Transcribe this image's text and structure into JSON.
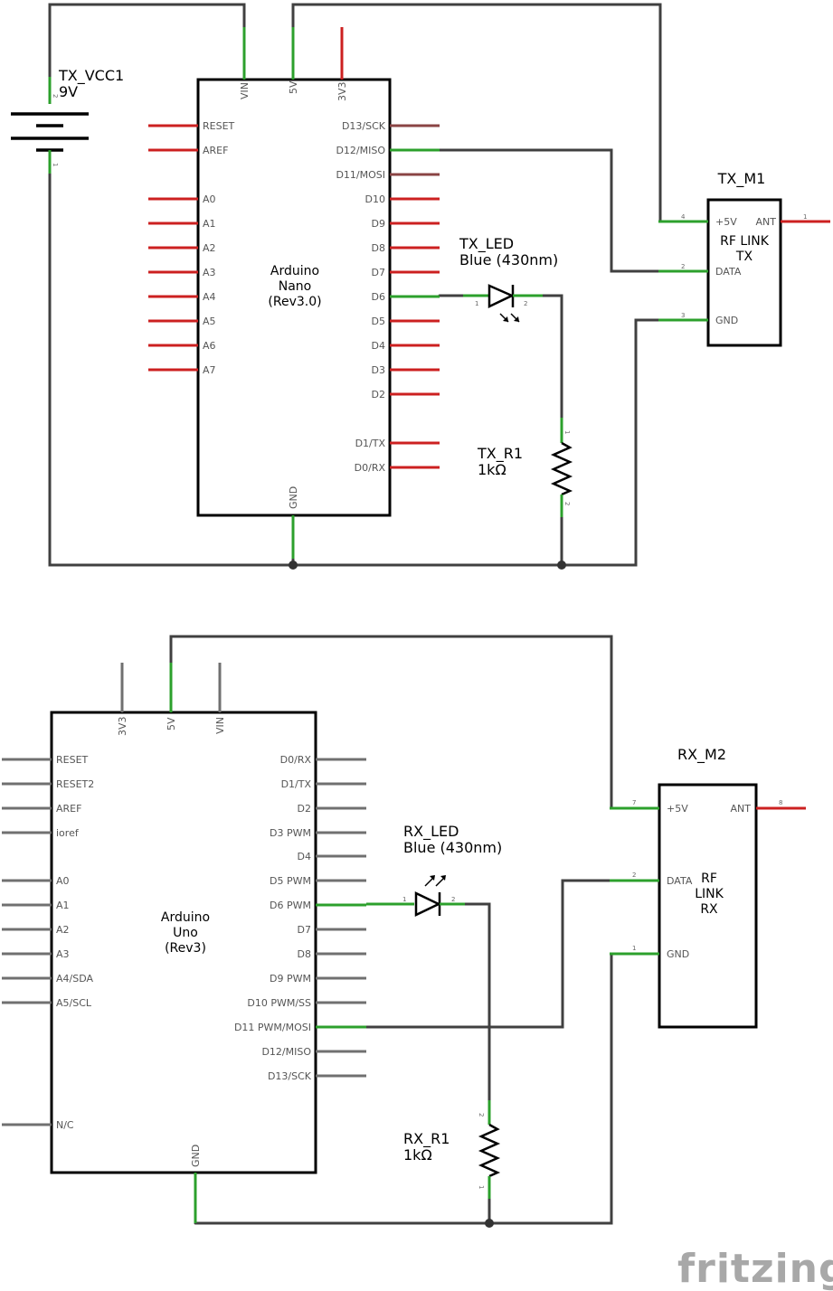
{
  "tx": {
    "vcc_ref": "TX_VCC1",
    "vcc_val": "9V",
    "vcc_pin_plus": "2",
    "vcc_pin_minus": "1",
    "board_line1": "Arduino",
    "board_line2": "Nano",
    "board_line3": "(Rev3.0)",
    "top_pins": [
      "VIN",
      "5V",
      "3V3"
    ],
    "left_pins": [
      "RESET",
      "AREF",
      "A0",
      "A1",
      "A2",
      "A3",
      "A4",
      "A5",
      "A6",
      "A7"
    ],
    "right_pins": [
      "D13/SCK",
      "D12/MISO",
      "D11/MOSI",
      "D10",
      "D9",
      "D8",
      "D7",
      "D6",
      "D5",
      "D4",
      "D3",
      "D2",
      "D1/TX",
      "D0/RX"
    ],
    "gnd_pin": "GND",
    "led_ref": "TX_LED",
    "led_val": "Blue (430nm)",
    "led_pin1": "1",
    "led_pin2": "2",
    "res_ref": "TX_R1",
    "res_val": "1kΩ",
    "res_pin1": "1",
    "res_pin2": "2",
    "module_ref": "TX_M1",
    "module_line1": "RF LINK",
    "module_line2": "TX",
    "module_pins": [
      {
        "name": "+5V",
        "num": "4"
      },
      {
        "name": "DATA",
        "num": "2"
      },
      {
        "name": "GND",
        "num": "3"
      }
    ],
    "ant_name": "ANT",
    "ant_num": "1"
  },
  "rx": {
    "board_line1": "Arduino",
    "board_line2": "Uno",
    "board_line3": "(Rev3)",
    "top_pins": [
      "3V3",
      "5V",
      "VIN"
    ],
    "left_pins": [
      "RESET",
      "RESET2",
      "AREF",
      "ioref",
      "A0",
      "A1",
      "A2",
      "A3",
      "A4/SDA",
      "A5/SCL",
      "N/C"
    ],
    "right_pins": [
      "D0/RX",
      "D1/TX",
      "D2",
      "D3 PWM",
      "D4",
      "D5 PWM",
      "D6 PWM",
      "D7",
      "D8",
      "D9 PWM",
      "D10 PWM/SS",
      "D11 PWM/MOSI",
      "D12/MISO",
      "D13/SCK"
    ],
    "gnd_pin": "GND",
    "led_ref": "RX_LED",
    "led_val": "Blue (430nm)",
    "led_pin1": "1",
    "led_pin2": "2",
    "res_ref": "RX_R1",
    "res_val": "1kΩ",
    "res_pin1": "1",
    "res_pin2": "2",
    "module_ref": "RX_M2",
    "module_line1": "RF",
    "module_line2": "LINK",
    "module_line3": "RX",
    "module_pins": [
      {
        "name": "+5V",
        "num": "7"
      },
      {
        "name": "DATA",
        "num": "2"
      },
      {
        "name": "GND",
        "num": "1"
      }
    ],
    "ant_name": "ANT",
    "ant_num": "8"
  },
  "brand": "fritzing",
  "colors": {
    "wire": "#404040",
    "pin_unconnected": "#cc2020",
    "pin_connected": "#2ca02c",
    "pin_rx_unconnected": "#707070",
    "brand": "#a8a8a8"
  }
}
